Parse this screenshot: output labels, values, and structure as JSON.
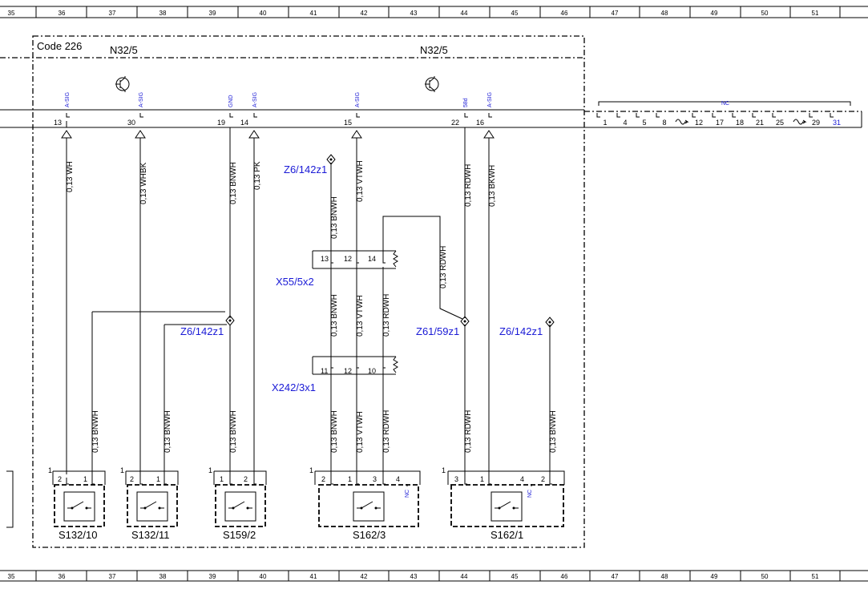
{
  "ruler_numbers": [
    "35",
    "36",
    "37",
    "38",
    "39",
    "40",
    "41",
    "42",
    "43",
    "44",
    "45",
    "46",
    "47",
    "48",
    "49",
    "50",
    "51"
  ],
  "box_code": "Code 226",
  "module_labels": [
    "N32/5",
    "N32/5"
  ],
  "connector_pins": [
    {
      "pin": "13",
      "signal": "A-SIG",
      "wire": "0,13 WH"
    },
    {
      "pin": "30",
      "signal": "A-SIG",
      "wire": "0,13 WHBK"
    },
    {
      "pin": "19",
      "signal": "GND",
      "wire": "0,13 BNWH"
    },
    {
      "pin": "14",
      "signal": "A-SIG",
      "wire": "0,13 PK"
    },
    {
      "pin": "15",
      "signal": "A-SIG",
      "wire": "0,13 VTWH"
    },
    {
      "pin": "22",
      "signal": "58d",
      "wire": "0,13 RDWH"
    },
    {
      "pin": "16",
      "signal": "A-SIG",
      "wire": "0,13 BKWH"
    }
  ],
  "nc_label": "NC",
  "nc_pins": [
    "1",
    "4",
    "5",
    "8",
    "12",
    "17",
    "18",
    "21",
    "25",
    "29",
    "31"
  ],
  "splices": [
    "Z6/142z1",
    "Z6/142z1",
    "Z61/59z1",
    "Z6/142z1"
  ],
  "connectors": [
    {
      "name": "X55/5x2",
      "pins": [
        "13",
        "12",
        "14"
      ]
    },
    {
      "name": "X242/3x1",
      "pins": [
        "11",
        "12",
        "10"
      ]
    }
  ],
  "wire_labels_mid": [
    "0,13 BNWH",
    "0,13 VTWH",
    "0,13 RDWH",
    "0,13 BNWH",
    "0,13 VTWH",
    "0,13 RDWH",
    "0,13 RDWH"
  ],
  "wire_labels_bottom": [
    "0,13 BNWH",
    "0,13 BNWH",
    "0,13 BNWH",
    "0,13 BNWH",
    "0,13 VTWH",
    "0,13 RDWH",
    "0,13 RDWH",
    "0,13 BNWH"
  ],
  "switches": [
    {
      "name": "S132/10",
      "tag": "1",
      "pins": [
        "2",
        "1"
      ]
    },
    {
      "name": "S132/11",
      "tag": "1",
      "pins": [
        "2",
        "1"
      ]
    },
    {
      "name": "S159/2",
      "tag": "1",
      "pins": [
        "1",
        "2"
      ]
    },
    {
      "name": "S162/3",
      "tag": "1",
      "pins": [
        "2",
        "1",
        "3",
        "4"
      ],
      "nc": "NC"
    },
    {
      "name": "S162/1",
      "tag": "1",
      "pins": [
        "3",
        "1",
        "4",
        "2"
      ],
      "nc": "NC"
    }
  ]
}
